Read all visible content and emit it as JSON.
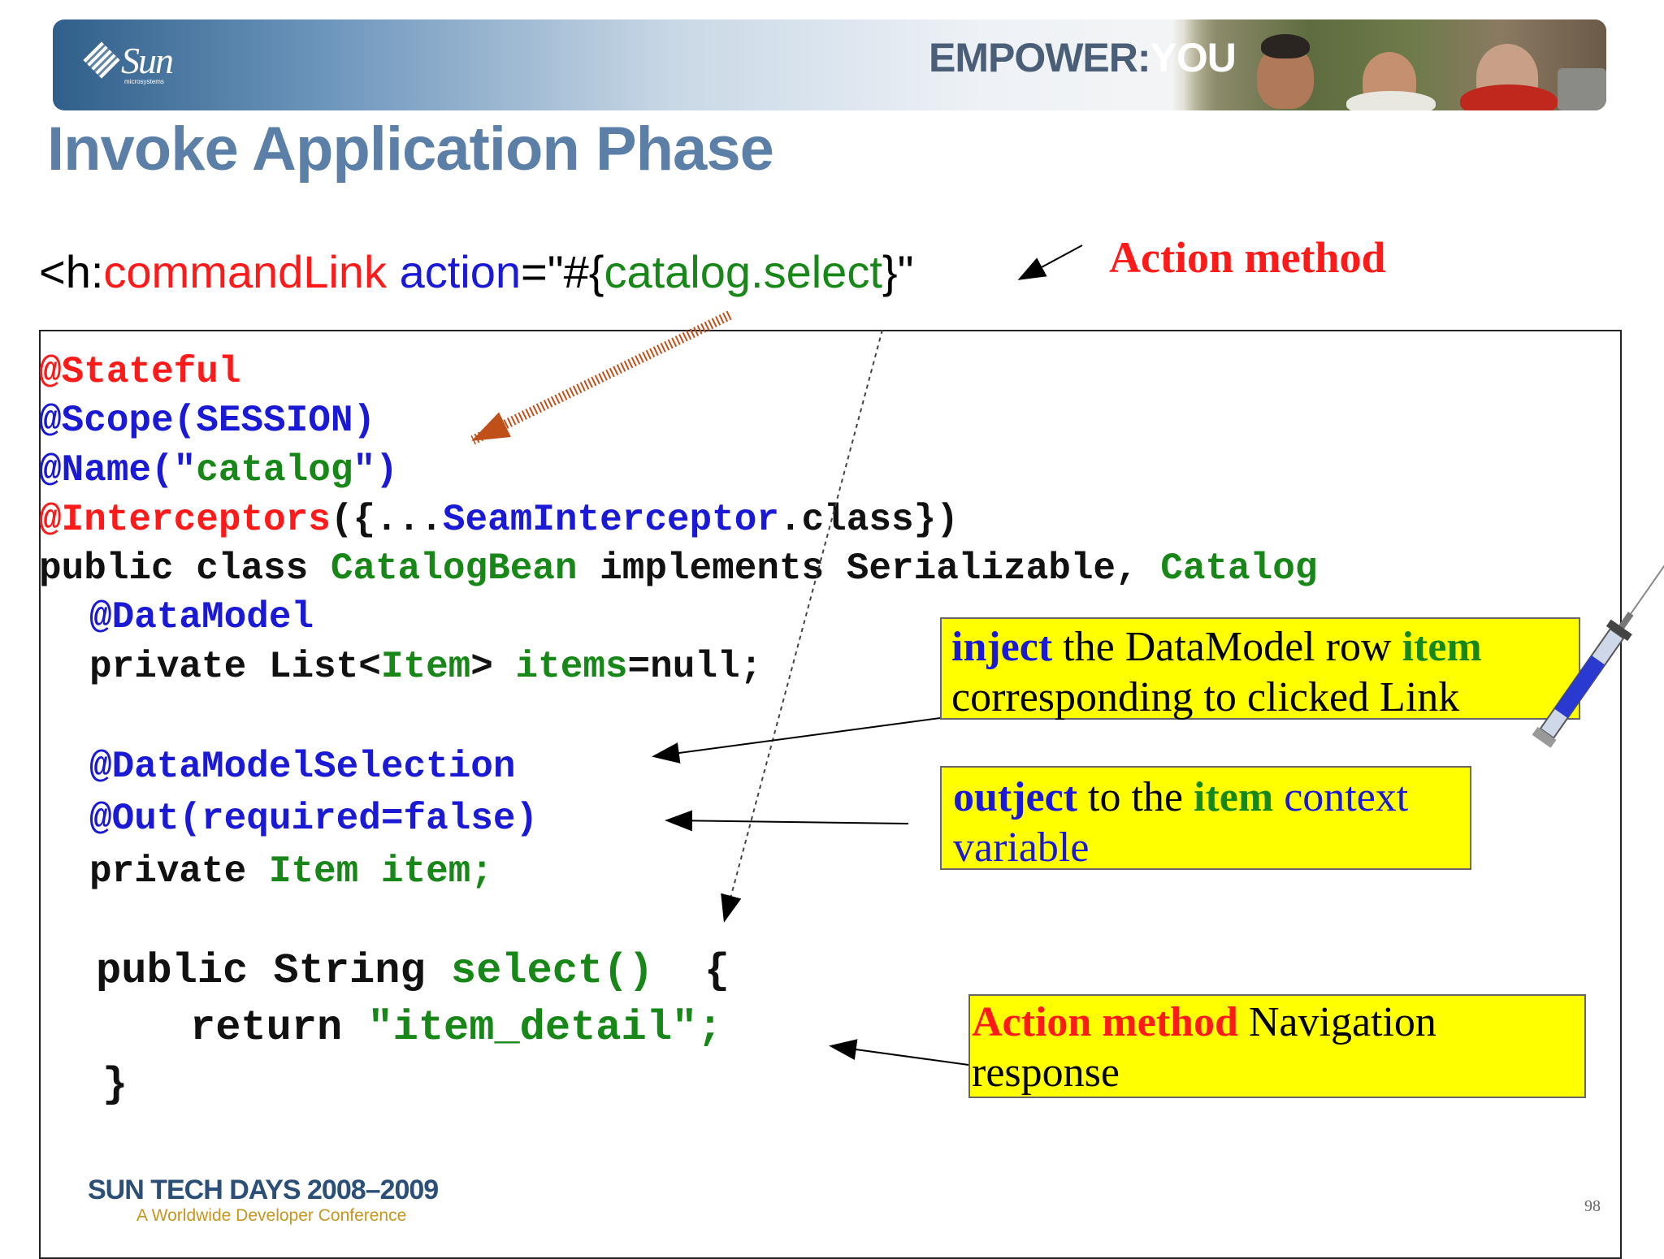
{
  "header": {
    "logo_text": "Sun",
    "logo_sub": "microsystems",
    "tagline_empower": "EMPOWER:",
    "tagline_you": "YOU"
  },
  "slide": {
    "title": "Invoke Application Phase",
    "command_link": {
      "open": "<h:",
      "tag": "commandLink",
      "attr": "action",
      "eq": "=\"#{",
      "expr": "catalog.select",
      "close": "}\""
    },
    "action_method_label": "Action method"
  },
  "code": {
    "l1": "@Stateful",
    "l2": "@Scope(SESSION)",
    "l3a": "@Name(\"",
    "l3b": "catalog",
    "l3c": "\")",
    "l4a": "@Interceptors",
    "l4b": "({...",
    "l4c": "SeamInterceptor",
    "l4d": ".class})",
    "l5a": "public class ",
    "l5b": "CatalogBean",
    "l5c": " implements Serializable, ",
    "l5d": "Catalog",
    "l6": "@DataModel",
    "l7a": "private List<",
    "l7b": "Item",
    "l7c": "> ",
    "l7d": "items",
    "l7e": "=null;",
    "l8": "@DataModelSelection",
    "l9": "@Out(required=false)",
    "l10a": "private ",
    "l10b": "Item item;",
    "l11a": "public String ",
    "l11b": "select()",
    "l11c": "  {",
    "l12a": "return ",
    "l12b": "\"item_detail\";",
    "l13": "}"
  },
  "callouts": {
    "inject": {
      "w1": "inject",
      "w2": " the DataModel row ",
      "w3": "item",
      "line2": " corresponding to clicked Link"
    },
    "outject": {
      "w1": "outject",
      "w2": " to the ",
      "w3": "item",
      "w4": " context",
      "line2": " variable"
    },
    "navigation": {
      "w1": "Action method",
      "w2": " Navigation",
      "line2": "response"
    }
  },
  "footer": {
    "brand": "SUN TECH DAYS",
    "years": " 2008–2009",
    "subtitle": "A Worldwide Developer Conference",
    "page_number": "98"
  },
  "colors": {
    "title": "#5b7fa6",
    "keyword_red": "#ff1a1a",
    "keyword_blue": "#1a1ad6",
    "keyword_green": "#178717",
    "callout_bg": "#ffff00",
    "arrow_orange": "#c0501a"
  },
  "icons": [
    "sun-logo",
    "syringe-icon",
    "banner-photo"
  ]
}
